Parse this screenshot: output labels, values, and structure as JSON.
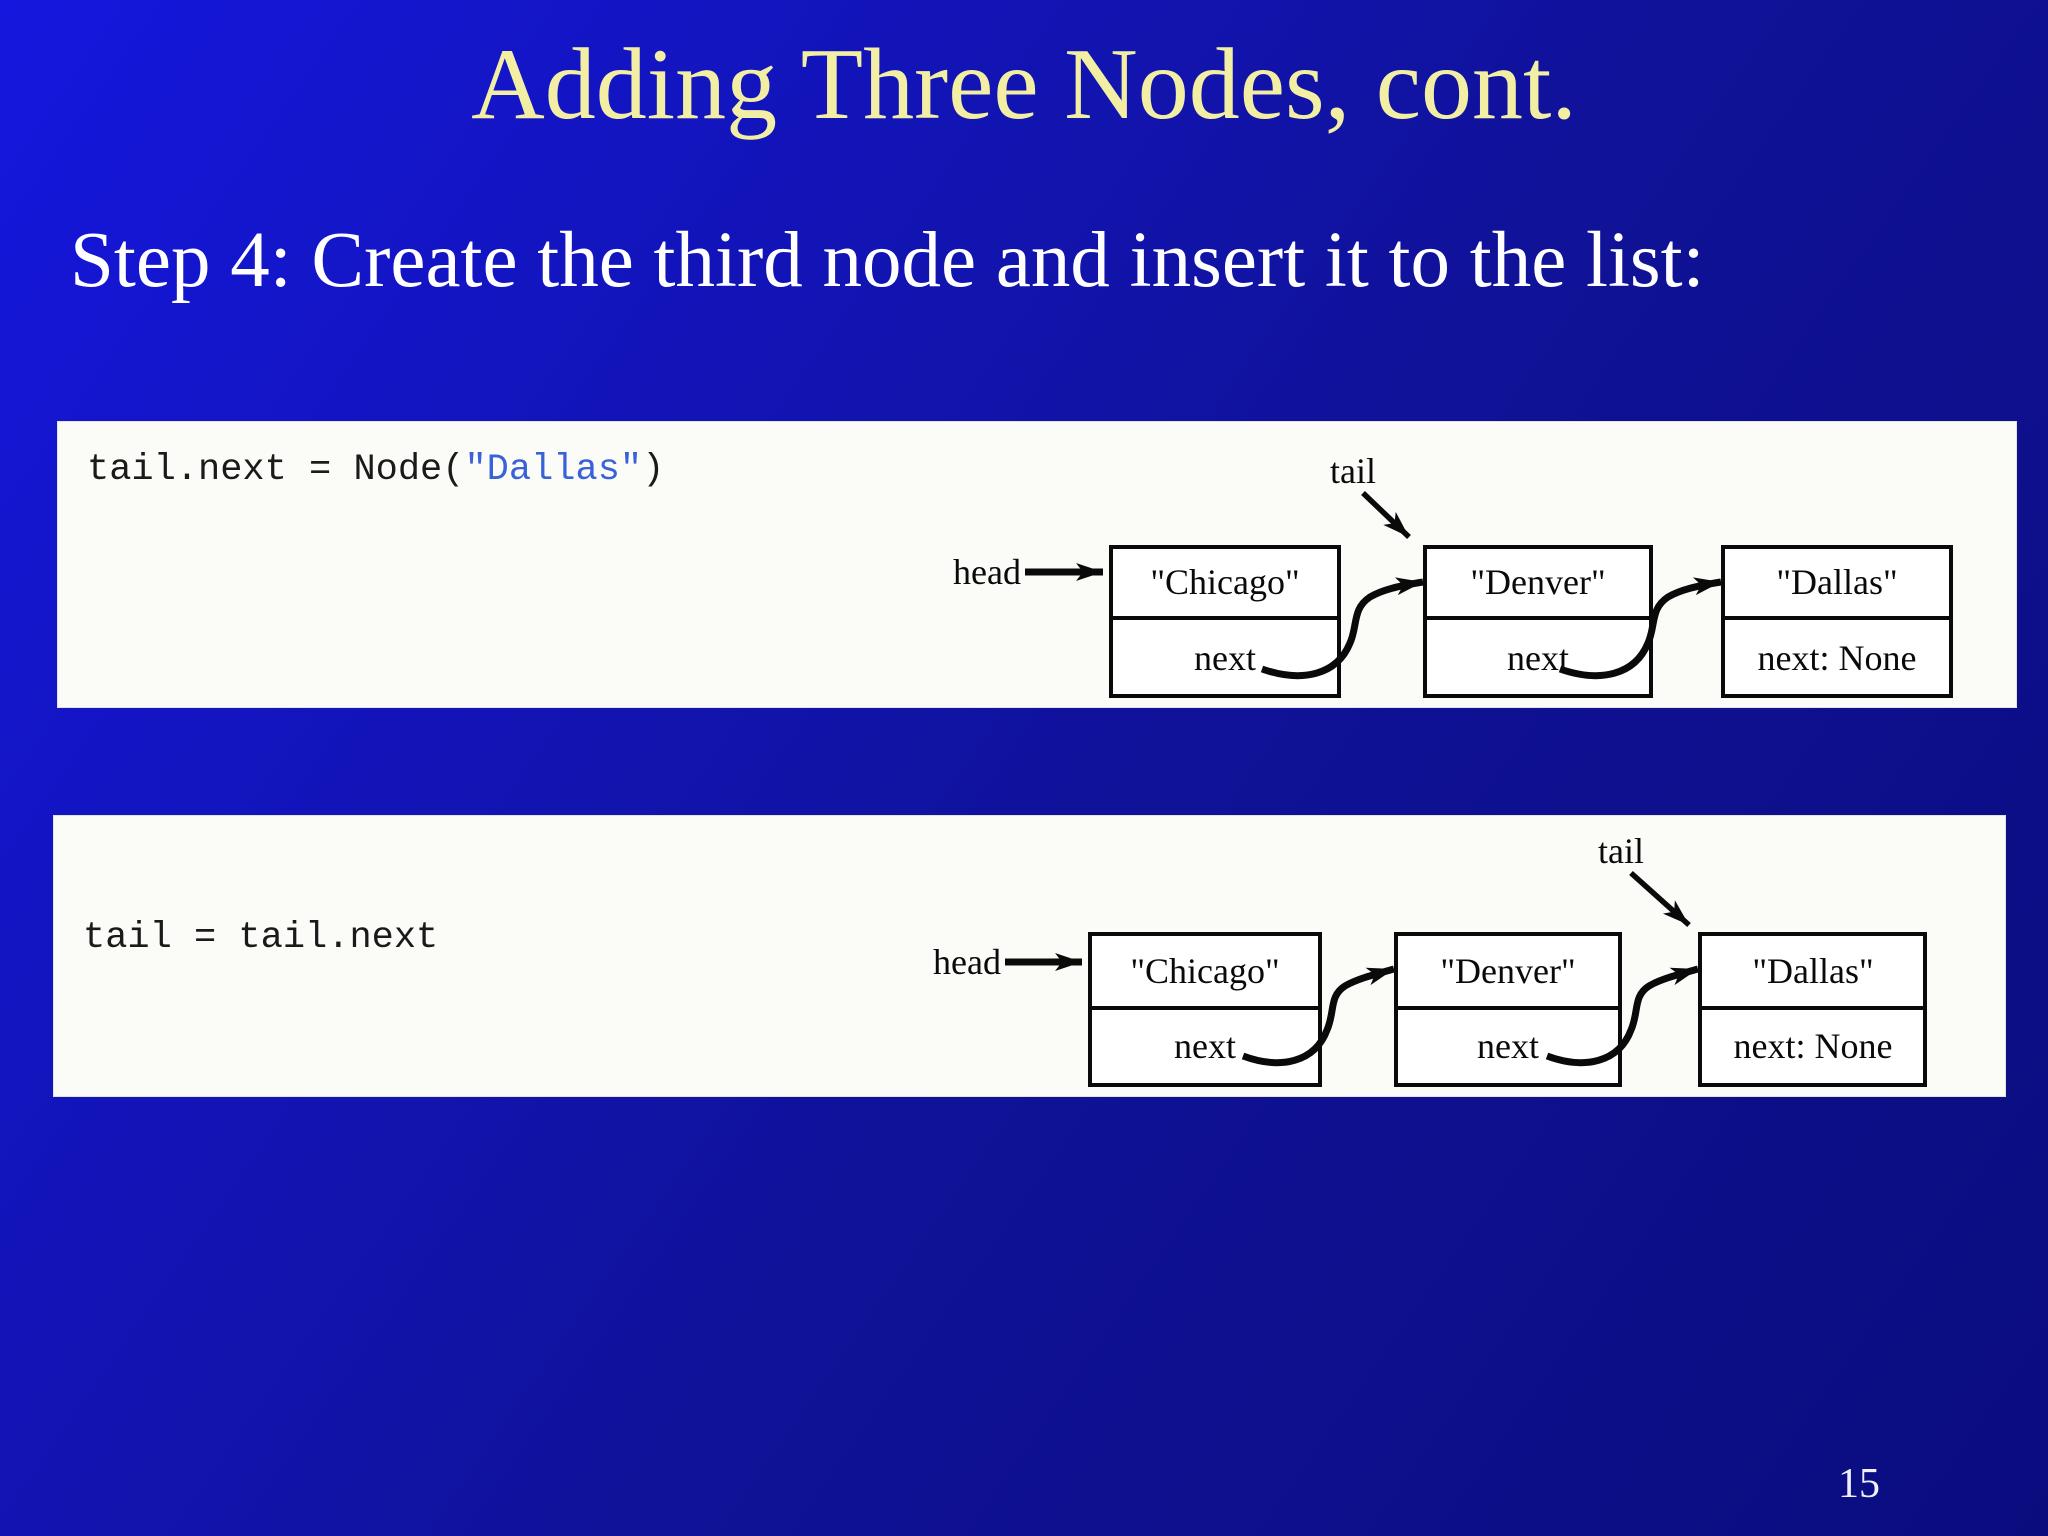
{
  "slide": {
    "title": "Adding Three Nodes, cont.",
    "subtitle": "Step 4: Create the third node and insert it to the list:",
    "page_number": "15"
  },
  "colors": {
    "background_top_left": "#1517de",
    "background_bottom_right": "#0a0c7e",
    "title_text": "#f2eea4",
    "subtitle_text": "#ffffff",
    "code_text": "#1a1a1a",
    "code_string_literal": "#3a62d8",
    "panel_background": "#fbfbf8",
    "diagram_ink": "#0a0a0a"
  },
  "panels": [
    {
      "code": {
        "pre": "tail.next = Node(",
        "string": "\"Dallas\"",
        "post": ")"
      },
      "diagram": {
        "head_label": "head",
        "tail_label": "tail",
        "tail_points_to": "\"Denver\"",
        "nodes": [
          {
            "value": "\"Chicago\"",
            "next_label": "next"
          },
          {
            "value": "\"Denver\"",
            "next_label": "next"
          },
          {
            "value": "\"Dallas\"",
            "next_label": "next: None"
          }
        ]
      }
    },
    {
      "code": {
        "pre": "tail = tail.next",
        "string": "",
        "post": ""
      },
      "diagram": {
        "head_label": "head",
        "tail_label": "tail",
        "tail_points_to": "\"Dallas\"",
        "nodes": [
          {
            "value": "\"Chicago\"",
            "next_label": "next"
          },
          {
            "value": "\"Denver\"",
            "next_label": "next"
          },
          {
            "value": "\"Dallas\"",
            "next_label": "next: None"
          }
        ]
      }
    }
  ]
}
